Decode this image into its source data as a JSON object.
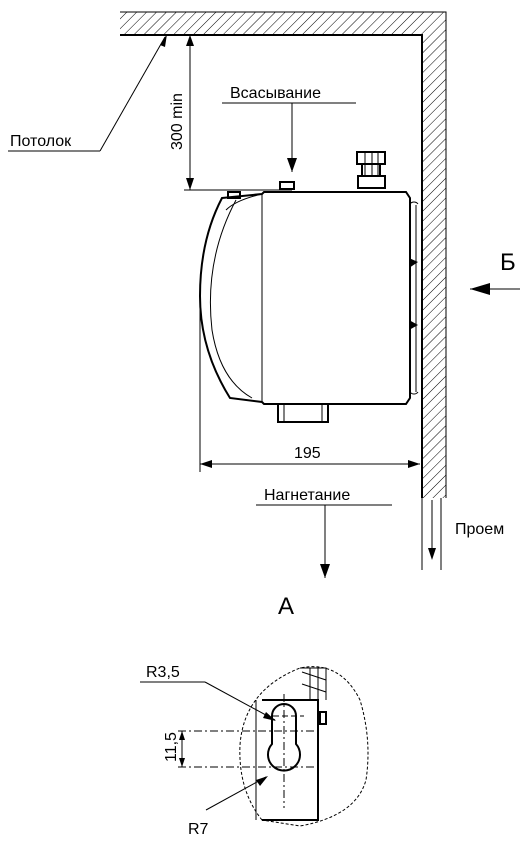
{
  "labels": {
    "ceiling": "Потолок",
    "clearance": "300 min",
    "intake": "Всасывание",
    "discharge": "Нагнетание",
    "opening": "Проем",
    "width": "195",
    "view_a": "А",
    "view_b": "Б",
    "radius_small": "R3,5",
    "radius_large": "R7",
    "slot_length": "11,5"
  }
}
